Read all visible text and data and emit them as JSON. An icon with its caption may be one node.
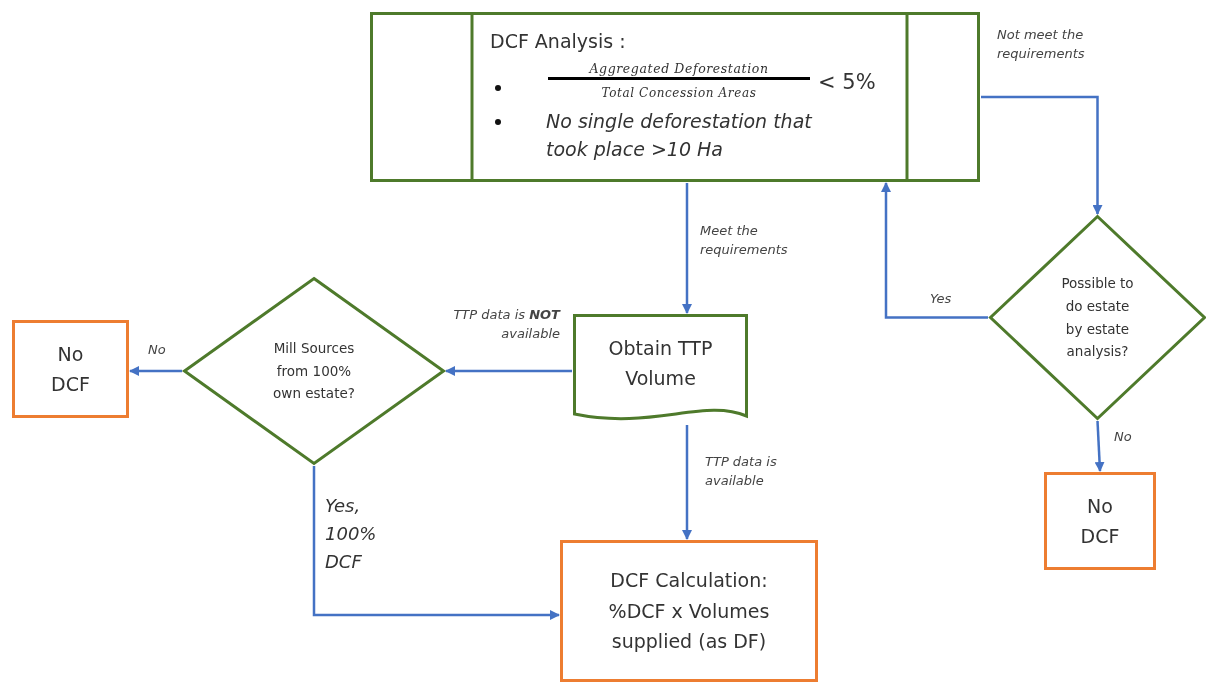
{
  "diagram": {
    "nodes": [
      {
        "text": [
          "DCF Analysis :",
          "Aggregated Deforestation",
          "Total Concession Areas",
          "< 5%",
          "No single deforestation that took place >10 Ha"
        ]
      },
      {
        "text": [
          "Obtain TTP Volume"
        ]
      },
      {
        "text": [
          "Mill Sources from 100% own estate?"
        ]
      },
      {
        "text": [
          "No DCF"
        ]
      },
      {
        "text": [
          "DCF Calculation: %DCF x Volumes supplied (as DF)"
        ]
      },
      {
        "text": [
          "Possible to do estate by estate analysis?"
        ]
      },
      {
        "text": [
          "No DCF"
        ]
      }
    ],
    "edges": [
      {
        "from": 0,
        "to": 1,
        "arrow": "to",
        "label": "Meet the requirements"
      },
      {
        "from": 0,
        "to": 5,
        "arrow": "to",
        "label": "Not meet the requirements"
      },
      {
        "from": 5,
        "to": 0,
        "arrow": "to",
        "label": "Yes"
      },
      {
        "from": 5,
        "to": 6,
        "arrow": "to",
        "label": "No"
      },
      {
        "from": 1,
        "to": 2,
        "arrow": "to",
        "label": "TTP data is **NOT** available"
      },
      {
        "from": 2,
        "to": 3,
        "arrow": "to",
        "label": "No"
      },
      {
        "from": 1,
        "to": 4,
        "arrow": "to",
        "label": "TTP data is available"
      },
      {
        "from": 2,
        "to": 4,
        "arrow": "to",
        "label": "Yes, 100% DCF"
      }
    ]
  }
}
